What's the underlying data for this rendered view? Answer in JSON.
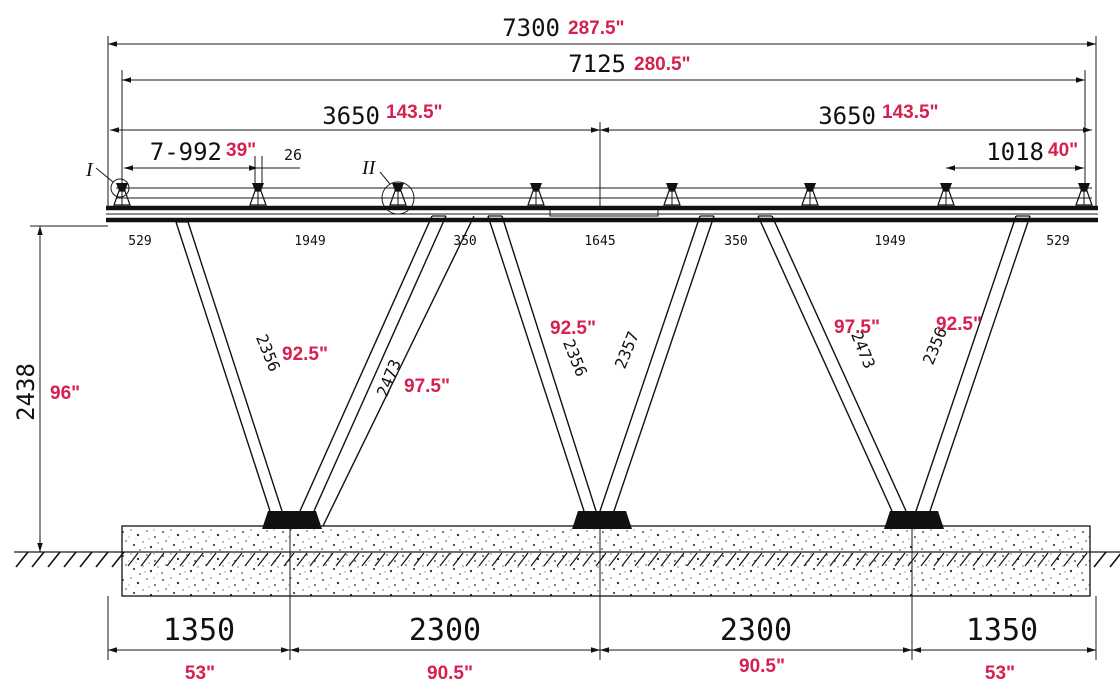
{
  "overall": {
    "mm": "7300",
    "in": "287.5\""
  },
  "rail_span": {
    "mm": "7125",
    "in": "280.5\""
  },
  "half_left": {
    "mm": "3650",
    "in": "143.5\""
  },
  "half_right": {
    "mm": "3650",
    "in": "143.5\""
  },
  "rail_spacing": {
    "mm": "7-992",
    "in": "39\""
  },
  "end_spacing": {
    "mm": "1018",
    "in": "40\""
  },
  "clamp_width": "26",
  "detail_1": "I",
  "detail_2": "II",
  "beam_segments": [
    "529",
    "1949",
    "350",
    "1645",
    "350",
    "1949",
    "529"
  ],
  "struts": [
    {
      "mm": "2356",
      "in": "92.5\""
    },
    {
      "mm": "2473",
      "in": "97.5\""
    },
    {
      "mm": "2356",
      "in": "92.5\""
    },
    {
      "mm": "2357",
      "in": ""
    },
    {
      "mm": "2473",
      "in": "97.5\""
    },
    {
      "mm": "2356",
      "in": "92.5\""
    }
  ],
  "height": {
    "mm": "2438",
    "in": "96\""
  },
  "foundation_spacing": [
    {
      "mm": "1350",
      "in": "53\""
    },
    {
      "mm": "2300",
      "in": "90.5\""
    },
    {
      "mm": "2300",
      "in": "90.5\""
    },
    {
      "mm": "1350",
      "in": "53\""
    }
  ]
}
